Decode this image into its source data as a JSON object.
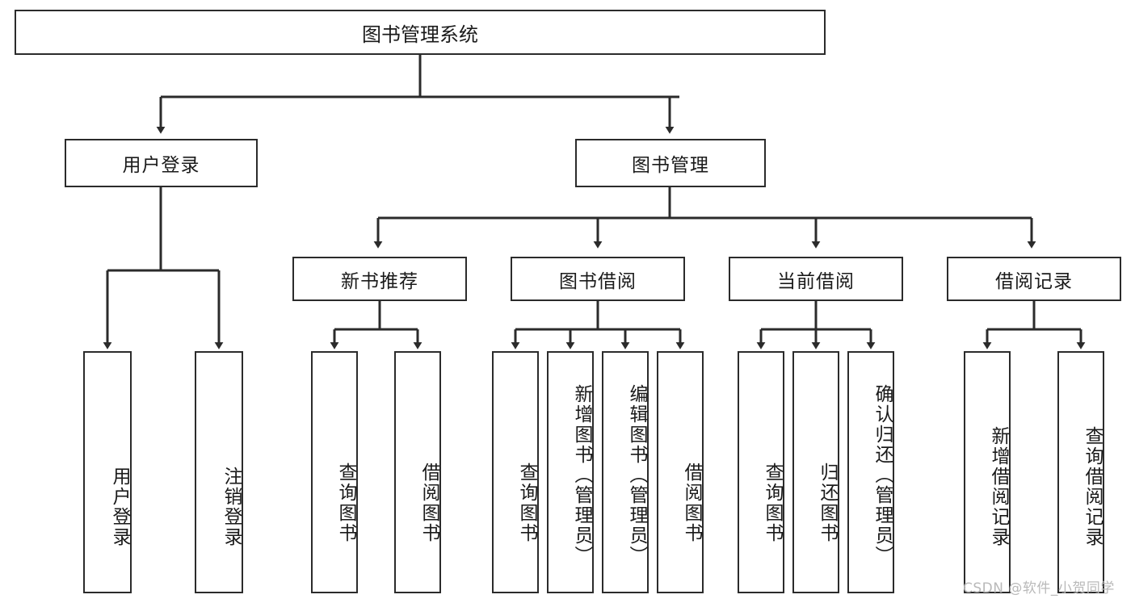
{
  "diagram": {
    "title": "图书管理系统",
    "type": "function-tree",
    "root": {
      "label": "图书管理系统"
    },
    "level1": [
      {
        "id": "user-login",
        "label": "用户登录"
      },
      {
        "id": "book-management",
        "label": "图书管理"
      }
    ],
    "level2": [
      {
        "id": "new-book-recommend",
        "label": "新书推荐",
        "parent": "book-management"
      },
      {
        "id": "book-borrow",
        "label": "图书借阅",
        "parent": "book-management"
      },
      {
        "id": "current-borrow",
        "label": "当前借阅",
        "parent": "book-management"
      },
      {
        "id": "borrow-record",
        "label": "借阅记录",
        "parent": "book-management"
      }
    ],
    "leaves": {
      "user-login": [
        {
          "id": "leaf-user-login",
          "label": "用户登录"
        },
        {
          "id": "leaf-user-logout",
          "label": "注销登录"
        }
      ],
      "new-book-recommend": [
        {
          "id": "leaf-query-book-1",
          "label": "查询图书"
        },
        {
          "id": "leaf-borrow-book-1",
          "label": "借阅图书"
        }
      ],
      "book-borrow": [
        {
          "id": "leaf-query-book-2",
          "label": "查询图书"
        },
        {
          "id": "leaf-add-book-admin",
          "label": "新增图书（管理员）"
        },
        {
          "id": "leaf-edit-book-admin",
          "label": "编辑图书（管理员）"
        },
        {
          "id": "leaf-borrow-book-2",
          "label": "借阅图书"
        }
      ],
      "current-borrow": [
        {
          "id": "leaf-query-book-3",
          "label": "查询图书"
        },
        {
          "id": "leaf-return-book",
          "label": "归还图书"
        },
        {
          "id": "leaf-confirm-return-admin",
          "label": "确认归还（管理员）"
        }
      ],
      "borrow-record": [
        {
          "id": "leaf-add-borrow-record",
          "label": "新增借阅记录"
        },
        {
          "id": "leaf-query-borrow-record",
          "label": "查询借阅记录"
        }
      ]
    },
    "colors": {
      "stroke": "#2b2b2b",
      "fill": "#ffffff",
      "text": "#1a1a1a",
      "watermark": "#b9b9b9"
    }
  },
  "watermark": {
    "text": "CSDN @软件_小贺同学"
  }
}
